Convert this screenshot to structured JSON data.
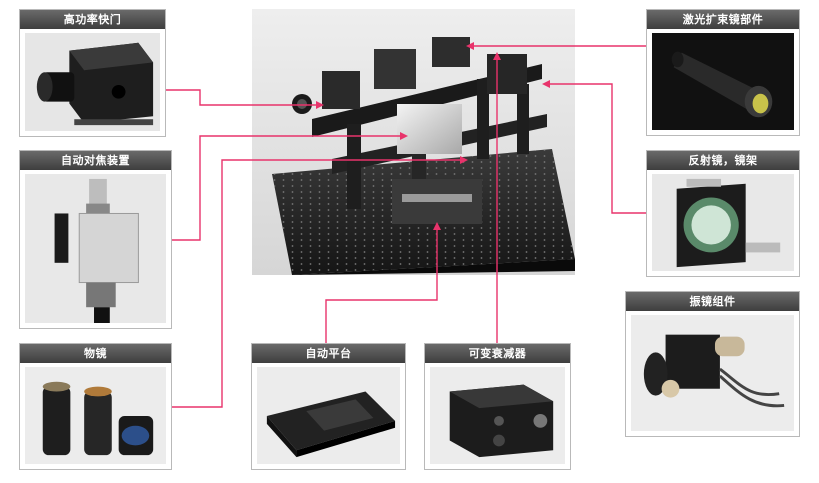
{
  "components": [
    {
      "id": "high-power-shutter",
      "title": "高功率快门"
    },
    {
      "id": "auto-focus-device",
      "title": "自动对焦装置"
    },
    {
      "id": "objective-lens",
      "title": "物镜"
    },
    {
      "id": "auto-stage",
      "title": "自动平台"
    },
    {
      "id": "variable-attenuator",
      "title": "可变衰减器"
    },
    {
      "id": "laser-beam-expander",
      "title": "激光扩束镜部件"
    },
    {
      "id": "mirror-mount",
      "title": "反射镜，镜架"
    },
    {
      "id": "galvo-assembly",
      "title": "振镜组件"
    }
  ],
  "colors": {
    "connector": "#e8336b",
    "title_bar": "#4a4a4a",
    "card_border": "#b9b9b9"
  }
}
